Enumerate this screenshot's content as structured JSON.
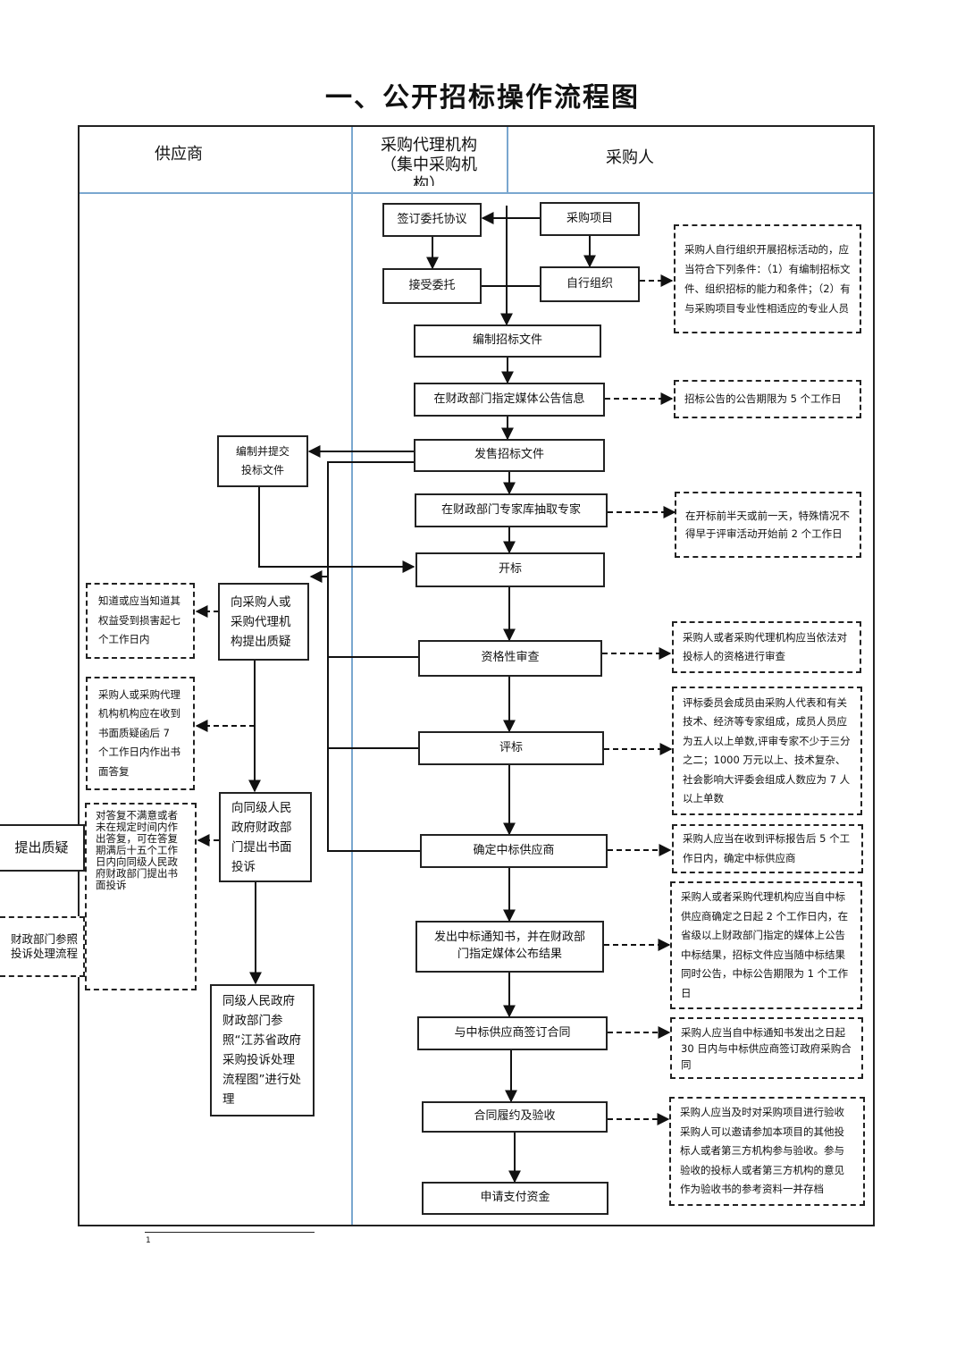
{
  "title": "一、公开招标操作流程图",
  "lanes": {
    "supplier": "供应商",
    "agency_line1": "采购代理机构",
    "agency_line2": "（集中采购机",
    "agency_line3": "构）",
    "purchaser": "采购人"
  },
  "boxes": {
    "sign_contract": "签订委托协议",
    "purchase_project": "采购项目",
    "accept_entrust": "接受委托",
    "self_organize": "自行组织",
    "prepare_docs": "编制招标文件",
    "announce": "在财政部门指定媒体公告信息",
    "sell_docs": "发售招标文件",
    "prepare_bid": "编制并提交投标文件",
    "draw_experts": "在财政部门专家库抽取专家",
    "open_bid": "开标",
    "qualification": "资格性审查",
    "evaluate": "评标",
    "determine_winner": "确定中标供应商",
    "notify": "发出中标通知书，并在财政部门指定媒体公布结果",
    "sign": "与中标供应商签订合同",
    "perform": "合同履约及验收",
    "pay": "申请支付资金",
    "question": "向采购人或采购代理机构提出质疑",
    "complaint": "向同级人民政府财政部门提出书面投诉",
    "handle": "同级人民政府财政部门参照“江苏省政府采购投诉处理流程图”进行处理",
    "offpage_question": "提出质疑",
    "offpage_handle": "财政部门参照投诉处理流程"
  },
  "notes": {
    "self_org": "采购人自行组织开展招标活动的，应当符合下列条件：（1）有编制招标文件、组织招标的能力和条件；（2）有与采购项目专业性相适应的专业人员",
    "announce_period": "招标公告的公告期限为 5 个工作日",
    "expert_time": "在开标前半天或前一天，特殊情况不得早于评审活动开始前 2 个工作日",
    "qualification": "采购人或者采购代理机构应当依法对投标人的资格进行审查",
    "committee": "评标委员会成员由采购人代表和有关技术、经济等专家组成，成员人员应为五人以上单数,评审专家不少于三分之二；1000 万元以上、技术复杂、社会影响大评委会组成人数应为 7 人以上单数",
    "winner_time": "采购人应当在收到评标报告后 5 个工作日内，确定中标供应商",
    "notify_time": "采购人或者采购代理机构应当自中标供应商确定之日起 2 个工作日内，在省级以上财政部门指定的媒体上公告中标结果，招标文件应当随中标结果同时公告，中标公告期限为 1 个工作日",
    "sign_time": "采购人应当自中标通知书发出之日起 30 日内与中标供应商签订政府采购合同",
    "acceptance": "采购人应当及时对采购项目进行验收采购人可以邀请参加本项目的其他投标人或者第三方机构参与验收。参与验收的投标人或者第三方机构的意见作为验收书的参考资料一并存档",
    "question_time": "知道或应当知道其权益受到损害起七个工作日内",
    "reply_time": "采购人或采购代理机构机构应在收到书面质疑函后 7 个工作日内作出书面答复",
    "complaint_time": "对答复不满意或者未在规定时间内作出答复，可在答复期满后十五个工作日内向同级人民政府财政部门提出书面投诉"
  },
  "footnote": "1"
}
